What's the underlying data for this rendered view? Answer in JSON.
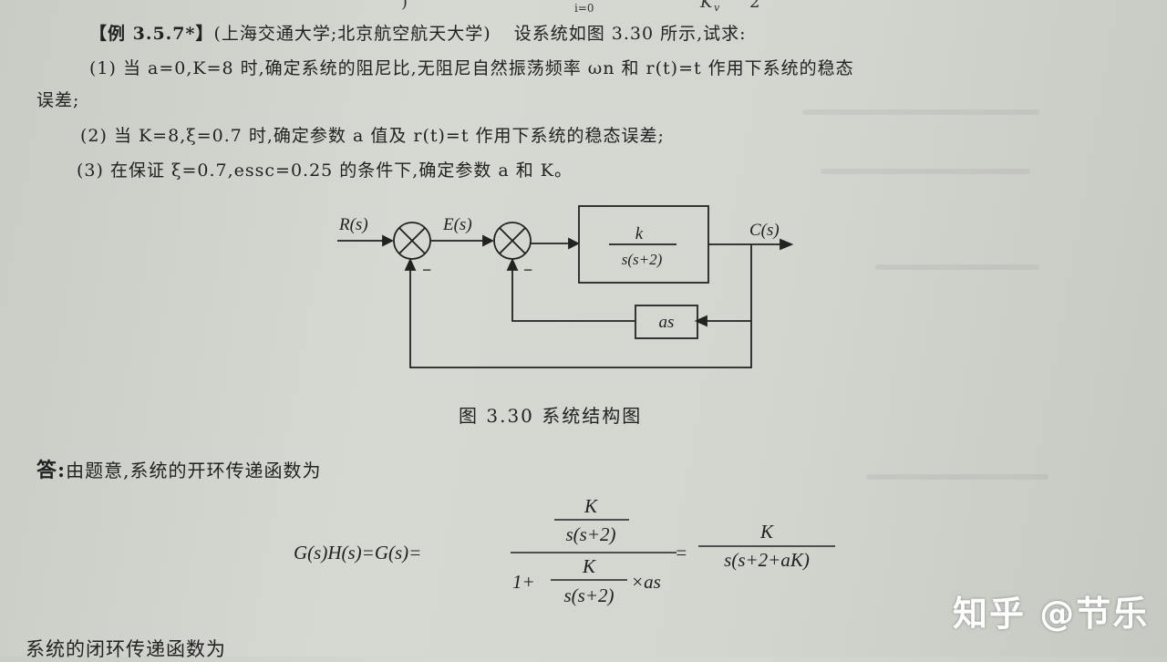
{
  "top_fragment": {
    "left": ")",
    "mid": "i=0",
    "kv": "K",
    "kv_sub": "v",
    "two": "2"
  },
  "example": {
    "tag": "【例 3.5.7*】",
    "source": "(上海交通大学;北京航空航天大学)",
    "prompt": "设系统如图 3.30 所示,试求:"
  },
  "questions": [
    {
      "line1": "(1) 当 a=0,K=8 时,确定系统的阻尼比,无阻尼自然振荡频率 ωn 和 r(t)=t 作用下系统的稳态",
      "line2": "误差;"
    },
    {
      "line1": "(2) 当 K=8,ξ=0.7 时,确定参数 a 值及 r(t)=t 作用下系统的稳态误差;"
    },
    {
      "line1": "(3) 在保证 ξ=0.7,essc=0.25 的条件下,确定参数 a 和 K。"
    }
  ],
  "diagram": {
    "R": "R(s)",
    "E": "E(s)",
    "C": "C(s)",
    "minus1": "−",
    "minus2": "−",
    "plant_num": "k",
    "plant_den": "s(s+2)",
    "feedback": "as"
  },
  "figure_caption": "图 3.30   系统结构图",
  "answer": {
    "label": "答:",
    "text": "由题意,系统的开环传递函数为"
  },
  "equation": {
    "lhs": "G(s)H(s)=G(s)=",
    "num_num": "K",
    "num_den": "s(s+2)",
    "den_prefix": "1+",
    "den_frac_num": "K",
    "den_frac_den": "s(s+2)",
    "den_suffix": "×as",
    "eq2": "=",
    "rhs_num": "K",
    "rhs_den": "s(s+2+aK)"
  },
  "bottom_text": "系统的闭环传递函数为",
  "watermark": "知乎 @节乐"
}
